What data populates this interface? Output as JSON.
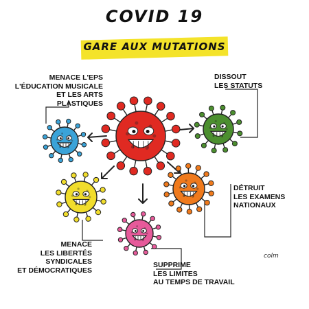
{
  "header": {
    "title": "COVID 19",
    "subtitle": "GARE AUX MUTATIONS"
  },
  "labels": {
    "top_left": "MENACE L'EPS\nL'ÉDUCATION MUSICALE\nET LES ARTS PLASTIQUES",
    "top_right": "DISSOUT\nLES STATUTS",
    "mid_right": "DÉTRUIT\nLES EXAMENS\nNATIONAUX",
    "bottom_left": "MENACE\nLES LIBERTÉS SYNDICALES\nET DÉMOCRATIQUES",
    "bottom_center": "SUPPRIME\nLES LIMITES\nAU TEMPS DE TRAVAIL"
  },
  "signature": "colm",
  "colors": {
    "center_virus": "#e02a22",
    "blue_virus": "#3aa3d8",
    "green_virus": "#4c8f2f",
    "yellow_virus": "#f1dd2c",
    "orange_virus": "#f07a1c",
    "pink_virus": "#e65a9a",
    "banner": "#f4e32a"
  }
}
